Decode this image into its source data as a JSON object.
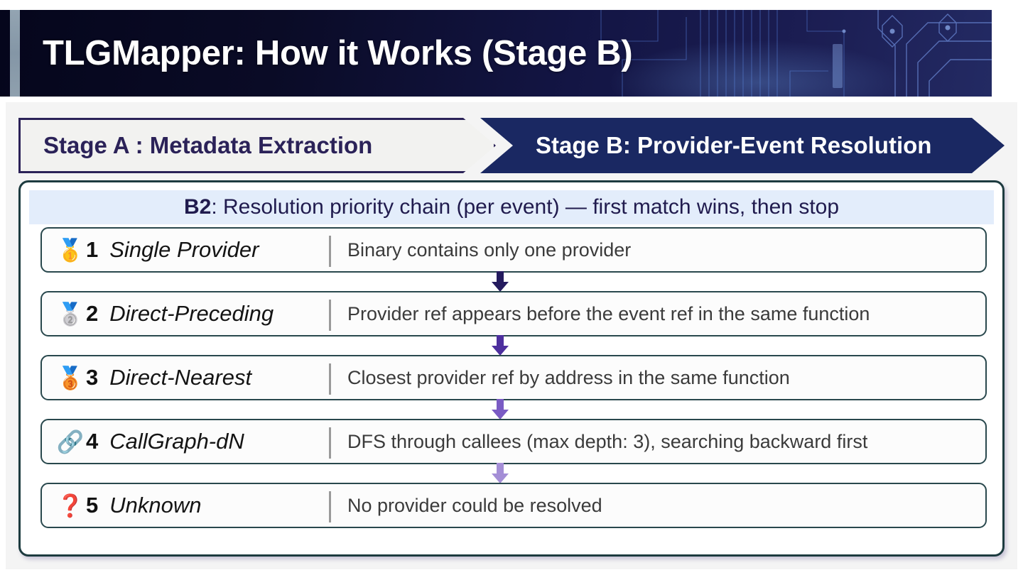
{
  "header": {
    "title": "TLGMapper: How it Works (Stage B)",
    "background_color": "#0a0b26",
    "accent_bar_color": "#8a9aa8",
    "title_color": "#ffffff"
  },
  "stages": {
    "stage_a": {
      "label": "Stage A : Metadata Extraction",
      "active": false,
      "fill_color": "#f2f2f0",
      "text_color": "#2b2258"
    },
    "stage_b": {
      "label": "Stage B: Provider-Event Resolution",
      "active": true,
      "fill_color": "#1a2862",
      "text_color": "#ffffff"
    }
  },
  "panel": {
    "b2_prefix": "B2",
    "b2_rest": ": Resolution priority chain (per event) — first match wins, then stop",
    "b2_bg_color": "#e3edfb",
    "b2_text_color": "#201b4e",
    "border_color": "#1d3b3f"
  },
  "chain": {
    "rows": [
      {
        "icon": "gold-medal-icon",
        "glyph": "🥇",
        "number": "1",
        "name": "Single Provider",
        "description": "Binary contains only one provider"
      },
      {
        "icon": "silver-medal-icon",
        "glyph": "🥈",
        "number": "2",
        "name": "Direct-Preceding",
        "description": "Provider ref appears before the event ref in the same function"
      },
      {
        "icon": "bronze-medal-icon",
        "glyph": "🥉",
        "number": "3",
        "name": "Direct-Nearest",
        "description": "Closest provider ref by address in the same function"
      },
      {
        "icon": "link-chain-icon",
        "glyph": "🔗",
        "number": "4",
        "name": "CallGraph-dN",
        "description": "DFS through callees (max depth: 3), searching backward first"
      },
      {
        "icon": "question-mark-icon",
        "glyph": "❓",
        "number": "5",
        "name": "Unknown",
        "description": "No provider could be resolved"
      }
    ],
    "arrow_colors": [
      "#241b5e",
      "#4d2f9e",
      "#7a5bc4",
      "#a48ed6"
    ]
  }
}
